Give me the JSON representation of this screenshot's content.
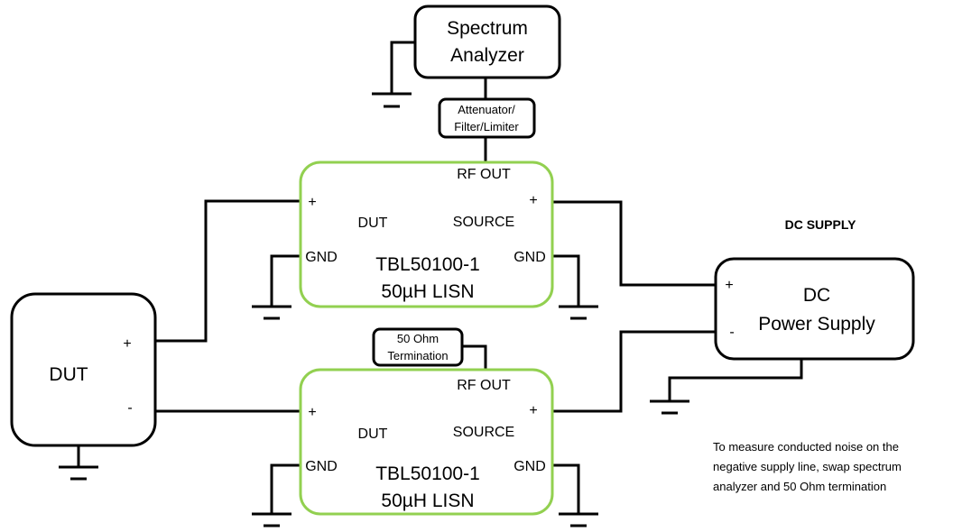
{
  "spectrum_analyzer": {
    "line1": "Spectrum",
    "line2": "Analyzer"
  },
  "attenuator": {
    "line1": "Attenuator/",
    "line2": "Filter/Limiter"
  },
  "termination": {
    "line1": "50 Ohm",
    "line2": "Termination"
  },
  "lisn_top": {
    "rf_out": "RF OUT",
    "plus_left": "+",
    "plus_right": "+",
    "dut": "DUT",
    "source": "SOURCE",
    "gnd_left": "GND",
    "gnd_right": "GND",
    "model": "TBL50100-1",
    "desc": "50µH LISN"
  },
  "lisn_bottom": {
    "rf_out": "RF OUT",
    "plus_left": "+",
    "plus_right": "+",
    "dut": "DUT",
    "source": "SOURCE",
    "gnd_left": "GND",
    "gnd_right": "GND",
    "model": "TBL50100-1",
    "desc": "50µH LISN"
  },
  "dut": {
    "label": "DUT",
    "plus": "+",
    "minus": "-"
  },
  "dc_supply": {
    "heading": "DC SUPPLY",
    "line1": "DC",
    "line2": "Power Supply",
    "plus": "+",
    "minus": "-"
  },
  "note": {
    "line1": "To measure conducted noise on the",
    "line2": "negative supply line, swap spectrum",
    "line3": "analyzer and 50 Ohm termination"
  }
}
